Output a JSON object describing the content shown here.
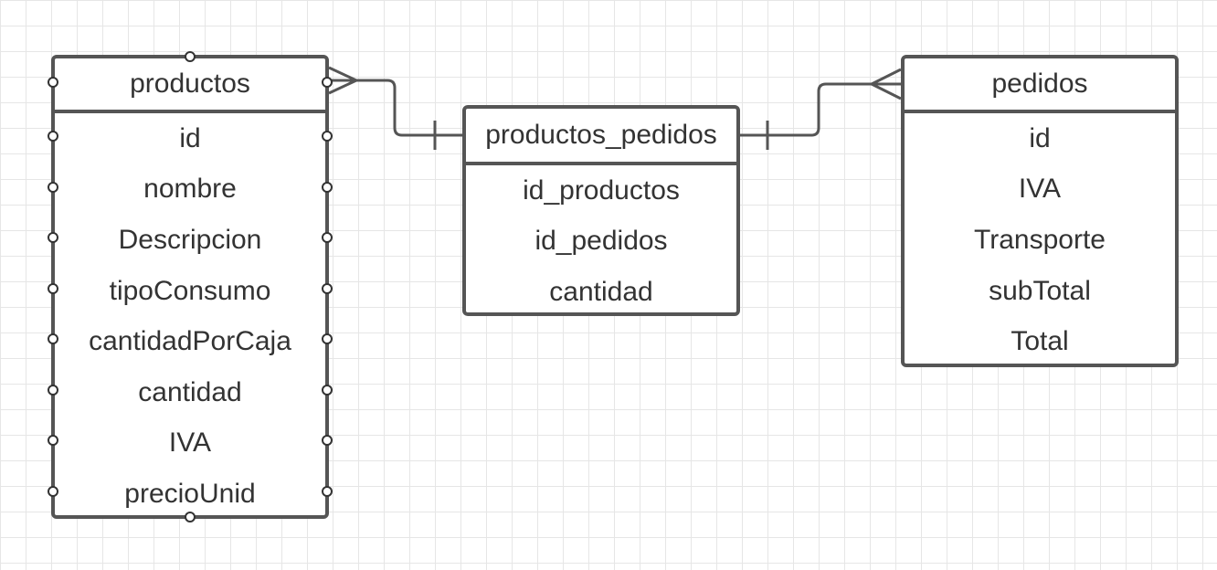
{
  "entities": {
    "productos": {
      "title": "productos",
      "fields": [
        "id",
        "nombre",
        "Descripcion",
        "tipoConsumo",
        "cantidadPorCaja",
        "cantidad",
        "IVA",
        "precioUnid"
      ]
    },
    "productos_pedidos": {
      "title": "productos_pedidos",
      "fields": [
        "id_productos",
        "id_pedidos",
        "cantidad"
      ]
    },
    "pedidos": {
      "title": "pedidos",
      "fields": [
        "id",
        "IVA",
        "Transporte",
        "subTotal",
        "Total"
      ]
    }
  },
  "relationships": [
    {
      "from": "productos",
      "from_cardinality": "many",
      "to": "productos_pedidos",
      "to_cardinality": "one"
    },
    {
      "from": "productos_pedidos",
      "from_cardinality": "one",
      "to": "pedidos",
      "to_cardinality": "many"
    }
  ],
  "colors": {
    "border": "#555555",
    "text": "#333333",
    "grid": "#e6e6e6"
  }
}
